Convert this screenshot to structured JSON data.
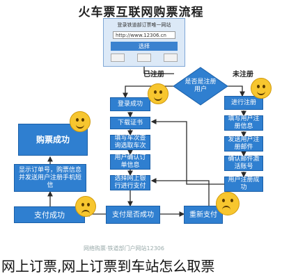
{
  "diagram": {
    "title": "火车票互联网购票流程",
    "portal": {
      "header": "登录铁道部订票唯一网站",
      "url": "http://www.12306.cn",
      "choose": "选择"
    },
    "decision_registered": "是否是注册用户",
    "label_registered": "已注册",
    "label_unregistered": "未注册",
    "left_column": [
      "登录成功",
      "下载证书",
      "填写车次查询选取车次",
      "用户确认订单信息",
      "选择网上银行进行支付"
    ],
    "right_column": [
      "进行注册",
      "填写用户注册信息",
      "发送用户注册邮件",
      "确认邮件激活账号",
      "用户注册成功"
    ],
    "purchase_success": "购票成功",
    "show_order": "显示订单号，购票信息并发送用户注册手机短信",
    "pay_success": "支付成功",
    "pay_decision": "支付是否成功",
    "repay": "重新支付"
  },
  "watermark": "网络购票·铁道部门户网站12306",
  "caption": "网上订票,网上订票到车站怎么取票"
}
